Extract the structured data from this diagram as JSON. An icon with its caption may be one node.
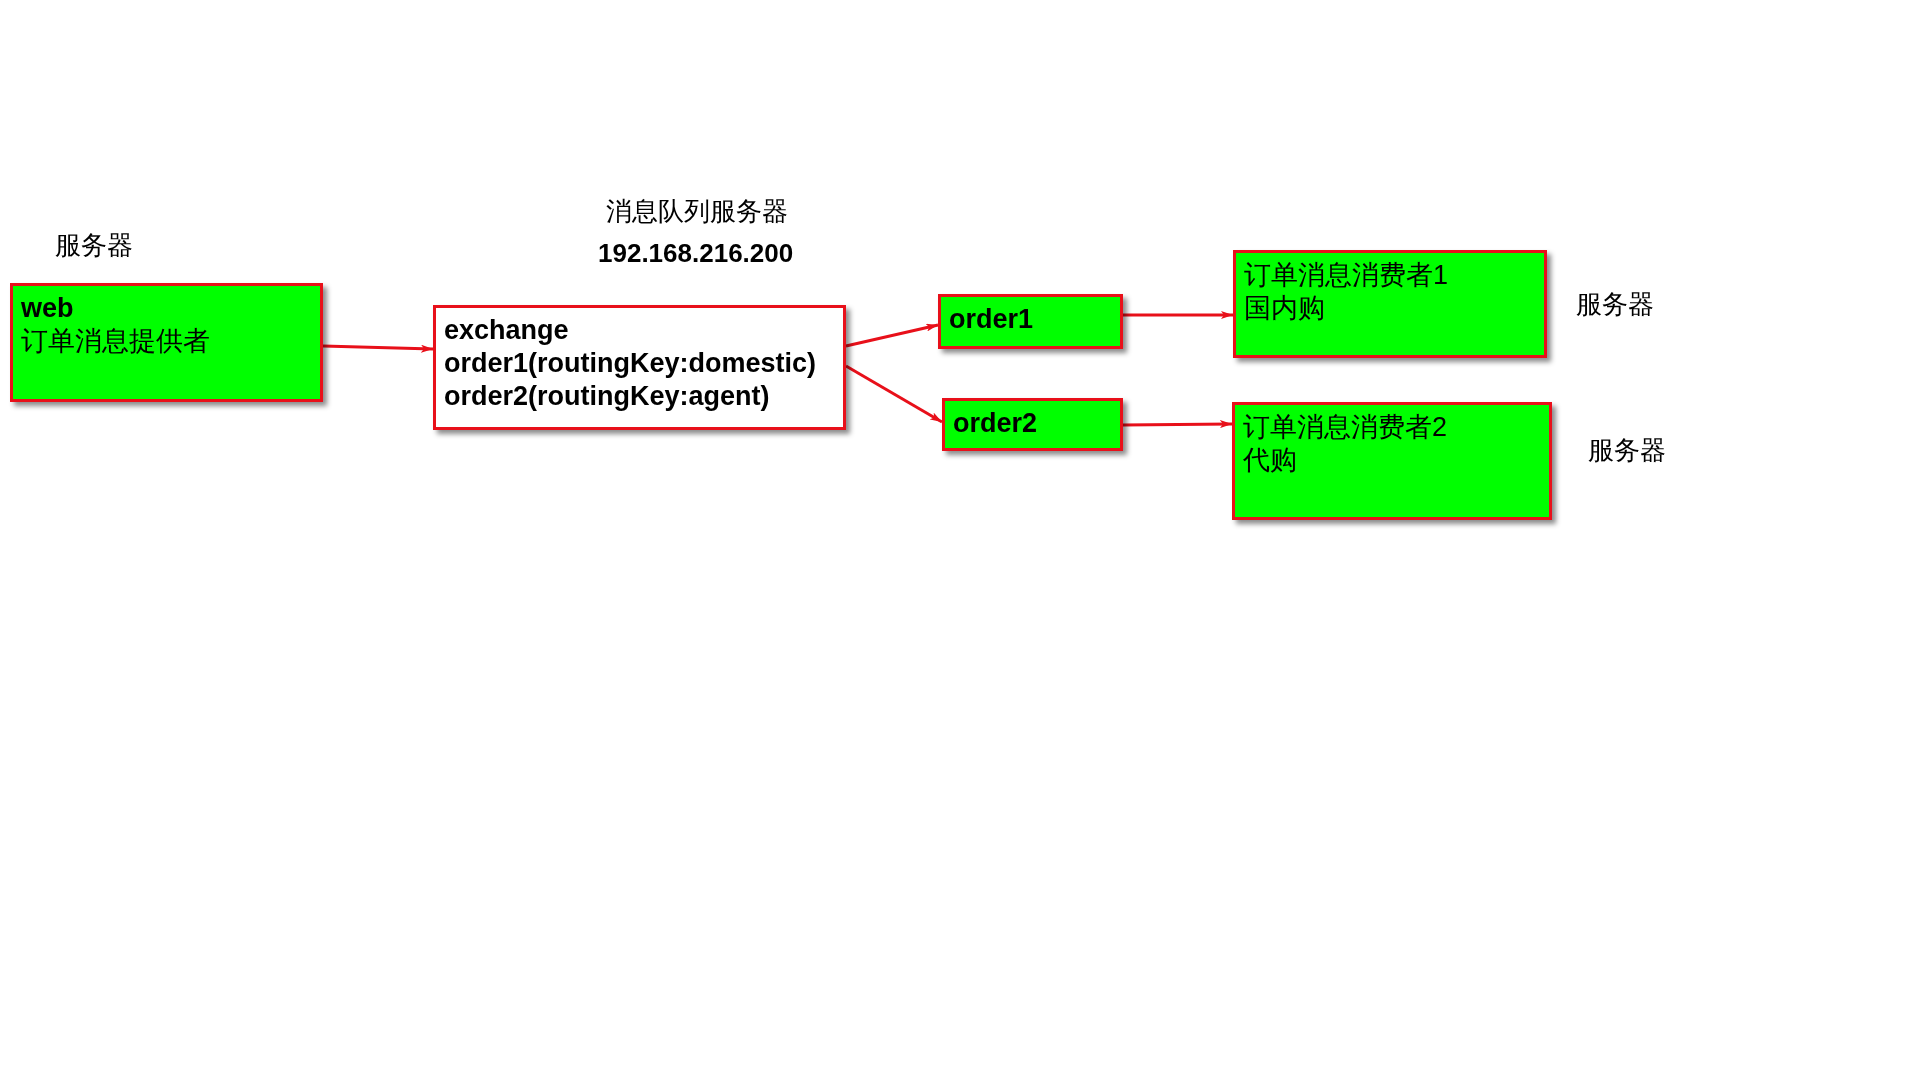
{
  "diagram": {
    "nodes": [
      {
        "text": [
          "web",
          "订单消息提供者"
        ],
        "beside": [
          "服务器"
        ]
      },
      {
        "text": [
          "exchange",
          "order1(routingKey:domestic)",
          "order2(routingKey:agent)"
        ],
        "beside": [
          "消息队列服务器",
          "192.168.216.200"
        ]
      },
      {
        "text": [
          "order1"
        ]
      },
      {
        "text": [
          "order2"
        ]
      },
      {
        "text": [
          "订单消息消费者1",
          "国内购"
        ],
        "beside": [
          "服务器"
        ]
      },
      {
        "text": [
          "订单消息消费者2",
          "代购"
        ],
        "beside": [
          "服务器"
        ]
      }
    ],
    "edges": [
      {
        "from": 0,
        "to": 1,
        "arrow": "to"
      },
      {
        "from": 1,
        "to": 2,
        "arrow": "to"
      },
      {
        "from": 1,
        "to": 3,
        "arrow": "to"
      },
      {
        "from": 2,
        "to": 4,
        "arrow": "to"
      },
      {
        "from": 3,
        "to": 5,
        "arrow": "to"
      }
    ]
  }
}
